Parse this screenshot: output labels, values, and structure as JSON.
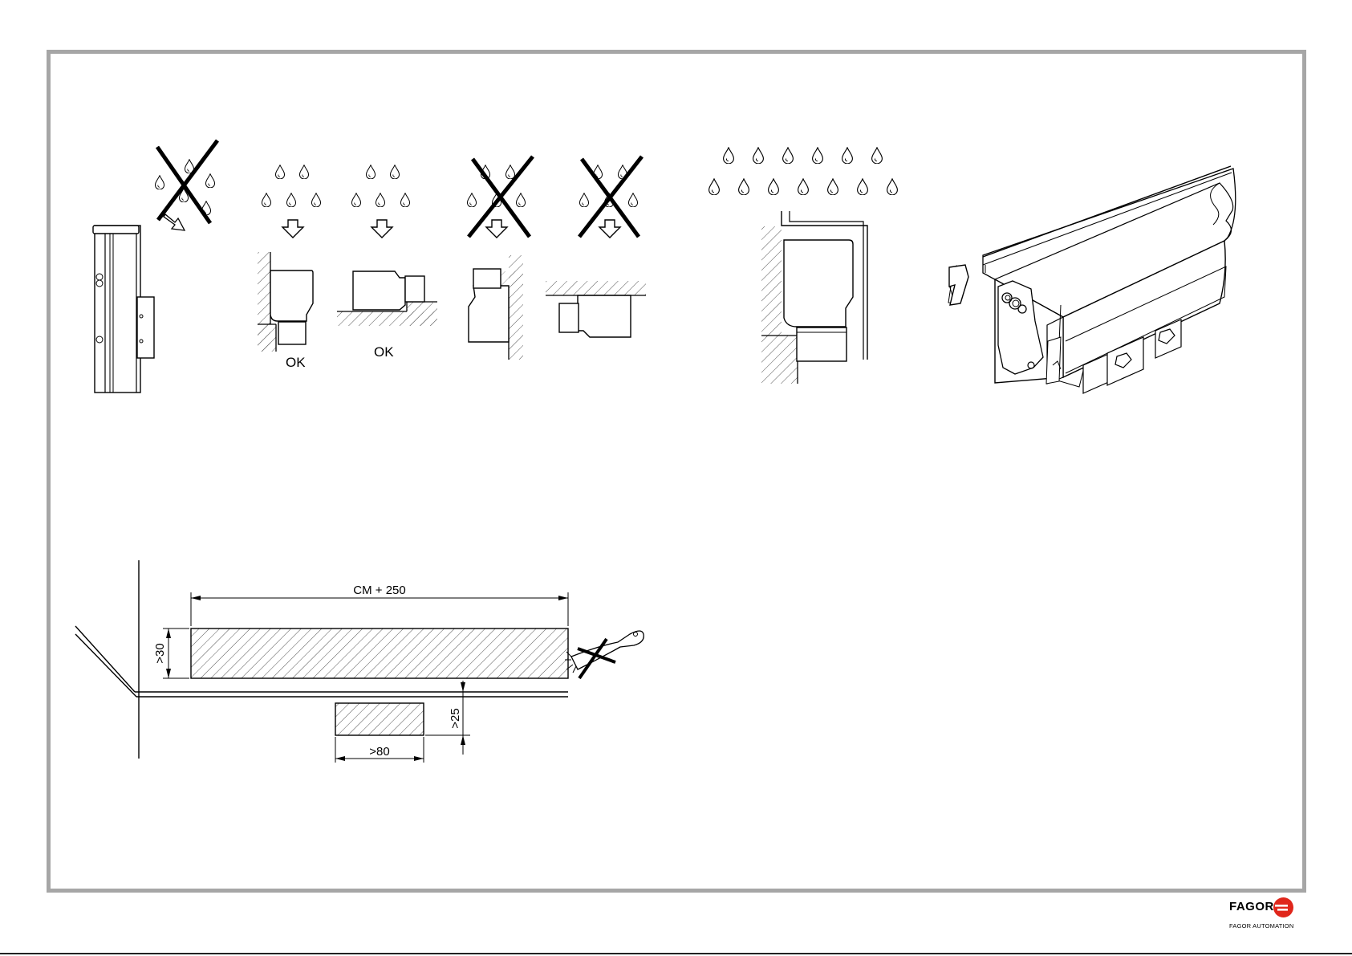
{
  "labels": {
    "ok_vertical": "OK",
    "ok_horizontal": "OK",
    "clearance_length": "CM + 250",
    "clearance_height": ">30",
    "gap_height": ">25",
    "bracket_width": ">80"
  },
  "brand": {
    "name": "FAGOR",
    "subtitle": "FAGOR AUTOMATION",
    "logo_color": "#e0261b"
  },
  "colors": {
    "frame": "#a6a6a6",
    "line": "#000000",
    "hatch": "#555555"
  }
}
